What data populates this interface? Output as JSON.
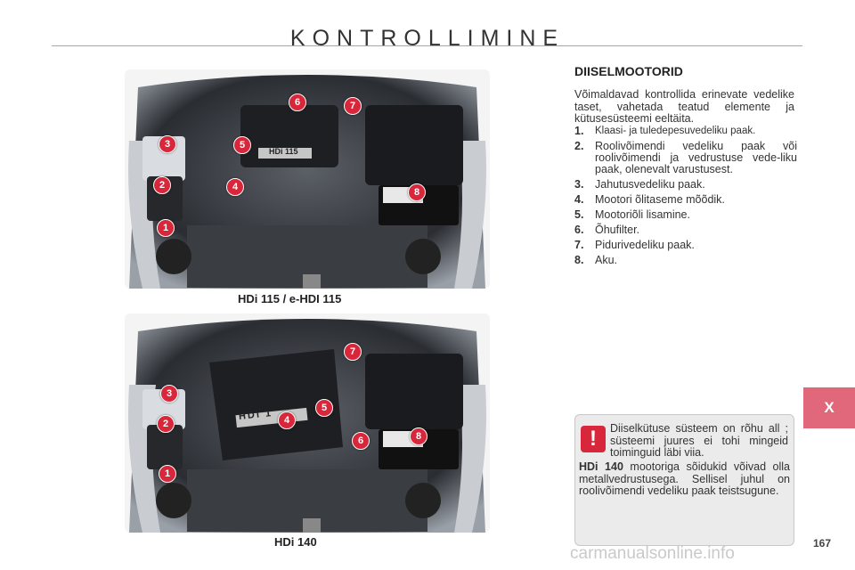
{
  "header": {
    "title": "KONTROLLIMINE"
  },
  "section": {
    "heading": "DIISELMOOTORID",
    "intro": "Võimaldavad kontrollida erinevate vedelike taset, vahetada teatud elemente ja kütusesüsteemi eeltäita."
  },
  "parts": [
    {
      "num": "1.",
      "text": "Klaasi- ja tuledepesuvedeliku paak."
    },
    {
      "num": "2.",
      "text": "Roolivõimendi vedeliku paak või roolivõimendi ja vedrustuse vede-liku paak, olenevalt varustusest."
    },
    {
      "num": "3.",
      "text": "Jahutusvedeliku paak."
    },
    {
      "num": "4.",
      "text": "Mootori õlitaseme mõõdik."
    },
    {
      "num": "5.",
      "text": "Mootoriõli lisamine."
    },
    {
      "num": "6.",
      "text": "Õhufilter."
    },
    {
      "num": "7.",
      "text": "Pidurivedeliku paak."
    },
    {
      "num": "8.",
      "text": "Aku."
    }
  ],
  "figures": {
    "top_caption": "HDi 115 / e-HDI 115",
    "bottom_caption": "HDi 140",
    "engine_badge_top": "HDi 115",
    "engine_badge_bottom": "HDi 1",
    "callouts": [
      "1",
      "2",
      "3",
      "4",
      "5",
      "6",
      "7",
      "8"
    ]
  },
  "warning": {
    "icon": "exclamation-icon",
    "text": "Diiselkütuse süsteem on rõhu all ; süsteemi juures ei tohi mingeid toiminguid läbi viia.",
    "bold_lead": "HDi 140",
    "text2": " mootoriga sõidukid võivad olla metallvedrustusega. Sellisel juhul on roolivõimendi vedeliku paak teistsugune."
  },
  "side_tab": {
    "label": "X"
  },
  "footer": {
    "page_number": "167",
    "watermark": "carmanualsonline.info"
  },
  "colors": {
    "accent": "#d8263a",
    "tab": "#e0687a",
    "rule": "#d9909a",
    "warning_bg": "#ebebeb"
  }
}
